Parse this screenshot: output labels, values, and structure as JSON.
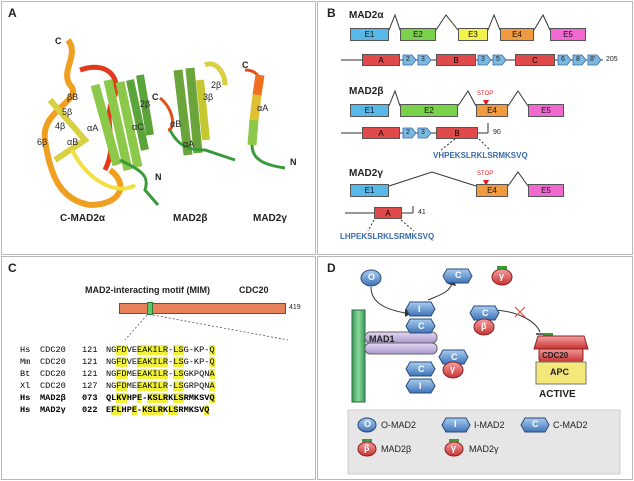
{
  "panelA": {
    "label": "A",
    "captions": [
      "C-MAD2α",
      "MAD2β",
      "MAD2γ"
    ],
    "struct1_labels": [
      "C",
      "N",
      "βB",
      "5β",
      "4β",
      "6β",
      "2β",
      "αC",
      "αA",
      "αB"
    ],
    "struct2_labels": [
      "C",
      "2β",
      "3β",
      "αB",
      "αA"
    ],
    "struct3_labels": [
      "C",
      "αA",
      "N"
    ]
  },
  "panelB": {
    "label": "B",
    "mad2a": {
      "title": "MAD2α",
      "exons": [
        "E1",
        "E2",
        "E3",
        "E4",
        "E5"
      ],
      "domains": [
        "A",
        "2",
        "3",
        "B",
        "3",
        "5",
        "C",
        "6",
        "8",
        "8'"
      ],
      "length": "205"
    },
    "mad2b": {
      "title": "MAD2β",
      "exons": [
        "E1",
        "E2",
        "E4",
        "E5"
      ],
      "stop": "STOP",
      "domains": [
        "A",
        "2",
        "3",
        "B"
      ],
      "length": "90",
      "seq": "VHPEKSLRKLSRMKSVQ"
    },
    "mad2g": {
      "title": "MAD2γ",
      "exons": [
        "E1",
        "E4",
        "E5"
      ],
      "stop": "STOP",
      "domains": [
        "A"
      ],
      "length": "41",
      "seq": "LHPEKSLRKLSRMKSVQ"
    }
  },
  "panelC": {
    "label": "C",
    "motif_label": "MAD2-interacting  motif (MIM)",
    "protein": "CDC20",
    "length": "419",
    "rows": [
      {
        "sp": "Hs",
        "name": "CDC20",
        "pos": "121",
        "seq": "NGFDVEEAKILR-LSG-KP-Q",
        "bold": false
      },
      {
        "sp": "Mm",
        "name": "CDC20",
        "pos": "121",
        "seq": "NGFDVEEAKILR-LSG-KP-Q",
        "bold": false
      },
      {
        "sp": "Bt",
        "name": "CDC20",
        "pos": "121",
        "seq": "NGFDMEEAKILR-LSGKPQNA",
        "bold": false
      },
      {
        "sp": "Xl",
        "name": "CDC20",
        "pos": "127",
        "seq": "NGFDMEEAKILR-LSGRPQNA",
        "bold": false
      },
      {
        "sp": "Hs",
        "name": "MAD2β",
        "pos": "073",
        "seq": "QLKVHPE-KSLRKLSRMKSVQ",
        "bold": true
      },
      {
        "sp": "Hs",
        "name": "MAD2γ",
        "pos": "022",
        "seq": "EFLHPE-KSLRKLSRMKSVQ",
        "bold": true
      }
    ]
  },
  "panelD": {
    "label": "D",
    "mad1": "MAD1",
    "cdc20": "CDC20",
    "apc": "APC",
    "active": "ACTIVE",
    "legend": [
      {
        "sym": "O",
        "text": "O-MAD2"
      },
      {
        "sym": "I",
        "text": "I-MAD2"
      },
      {
        "sym": "C",
        "text": "C-MAD2"
      },
      {
        "sym": "β",
        "text": "MAD2β"
      },
      {
        "sym": "γ",
        "text": "MAD2γ"
      }
    ]
  }
}
